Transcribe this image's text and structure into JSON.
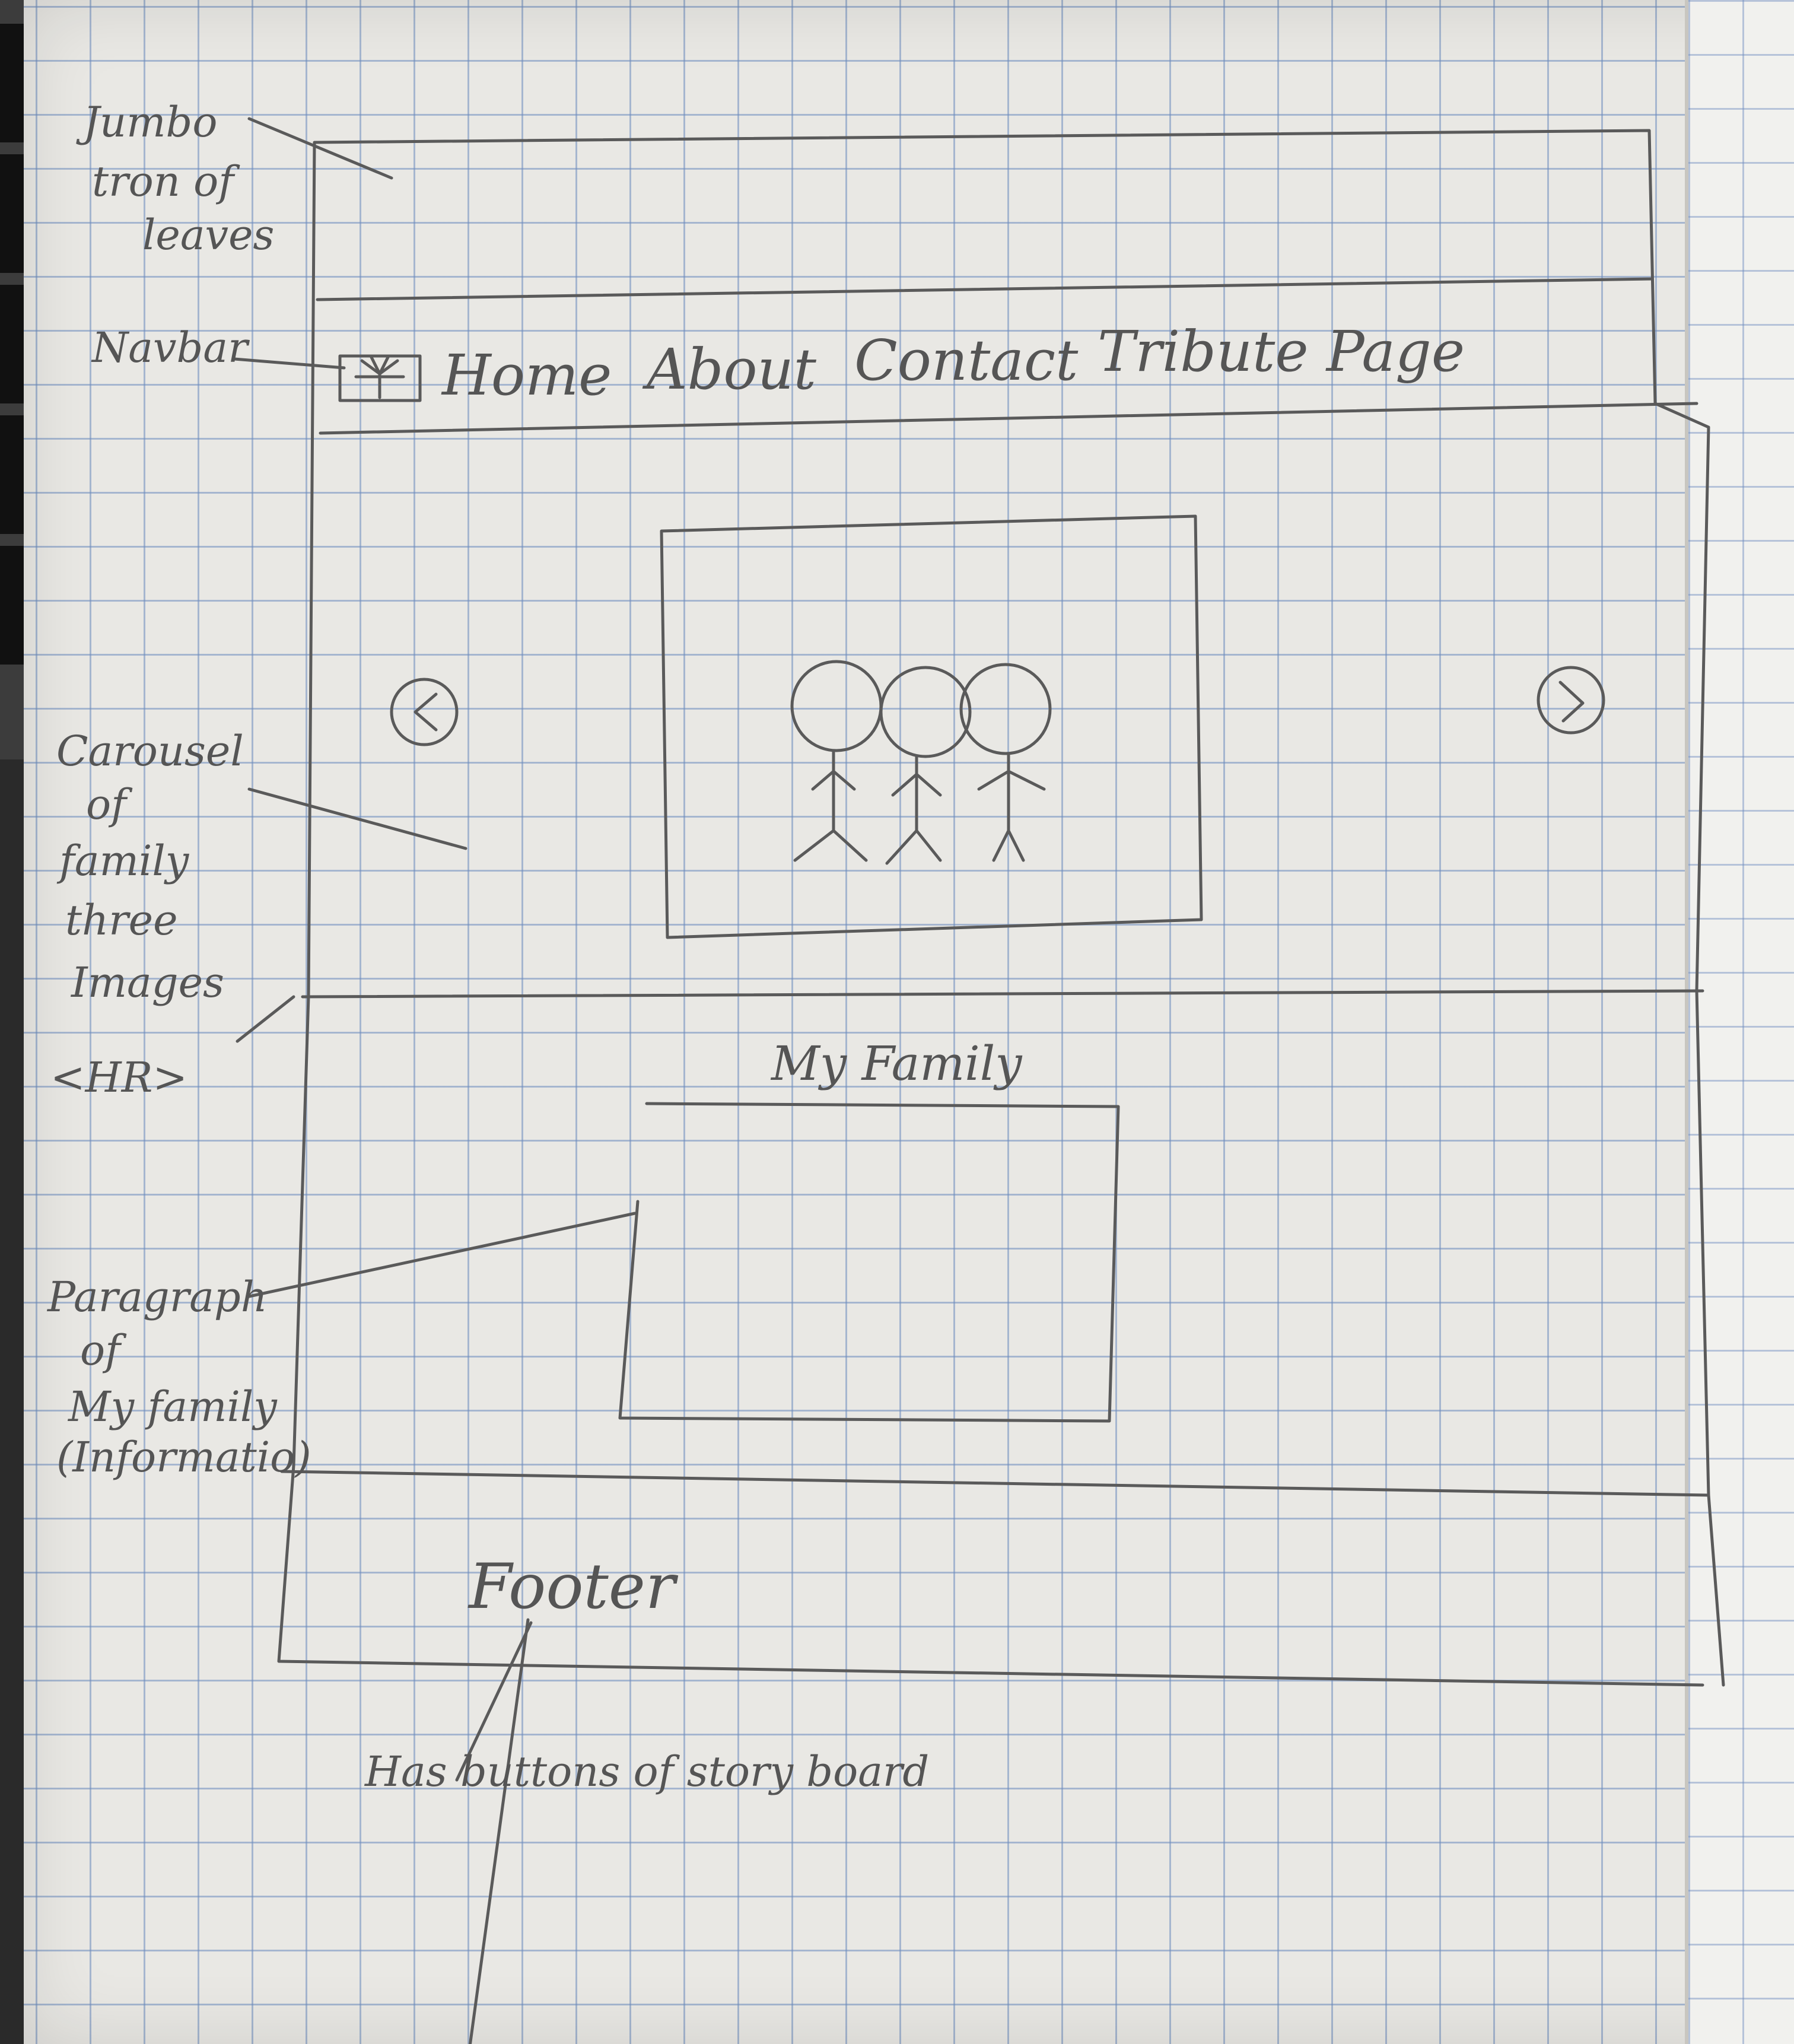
{
  "annotations": {
    "jumbotron": [
      "Jumbo",
      "tron of",
      "leaves"
    ],
    "navbar": "Navbar",
    "carousel": [
      "Carousel",
      "of",
      "family",
      "three",
      "Images"
    ],
    "hr": "<HR>",
    "paragraph": [
      "Paragraph",
      "of",
      "My family",
      "(Informatio)"
    ],
    "footer_note": "Has buttons of story board"
  },
  "wireframe": {
    "nav": {
      "logo_icon": "tree-logo-icon",
      "links": [
        "Home",
        "About",
        "Contact",
        "Tribute Page"
      ]
    },
    "carousel": {
      "prev_icon": "chevron-left-icon",
      "next_icon": "chevron-right-icon",
      "image_icon": "stick-figure-family-icon"
    },
    "section_title": "My Family",
    "footer_label": "Footer"
  },
  "colors": {
    "paper": "#e9e8e4",
    "grid": "#6e8cbe",
    "pencil": "#575757"
  }
}
